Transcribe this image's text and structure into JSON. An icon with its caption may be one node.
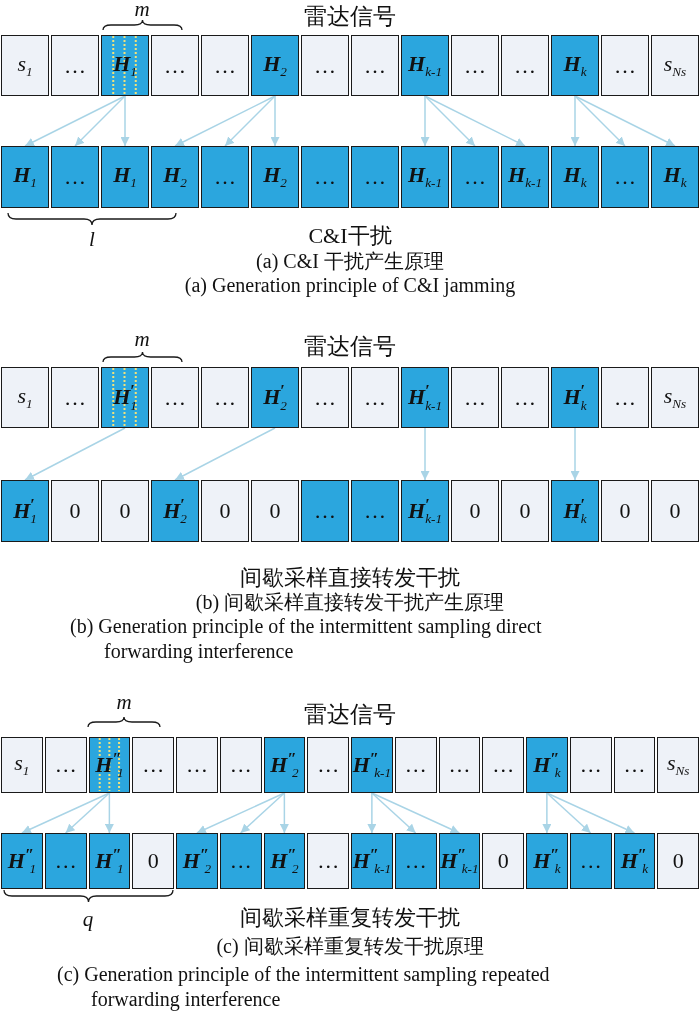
{
  "diagram": {
    "nodes": [
      {
        "text": [
          "*s*$_{1}$"
        ]
      },
      {
        "text": [
          "…"
        ]
      },
      {
        "text": [
          "**H**$_{1}$"
        ]
      },
      {
        "text": [
          "…"
        ]
      },
      {
        "text": [
          "…"
        ]
      },
      {
        "text": [
          "**H**$_{2}$"
        ]
      },
      {
        "text": [
          "…"
        ]
      },
      {
        "text": [
          "…"
        ]
      },
      {
        "text": [
          "**H**$_{k-1}$"
        ]
      },
      {
        "text": [
          "…"
        ]
      },
      {
        "text": [
          "…"
        ]
      },
      {
        "text": [
          "**H**$_{k}$"
        ]
      },
      {
        "text": [
          "…"
        ]
      },
      {
        "text": [
          "*s*$_{Ns}$"
        ]
      },
      {
        "text": [
          "**H**$_{1}$"
        ]
      },
      {
        "text": [
          "…"
        ]
      },
      {
        "text": [
          "**H**$_{1}$"
        ]
      },
      {
        "text": [
          "**H**$_{2}$"
        ]
      },
      {
        "text": [
          "…"
        ]
      },
      {
        "text": [
          "**H**$_{2}$"
        ]
      },
      {
        "text": [
          "…"
        ]
      },
      {
        "text": [
          "…"
        ]
      },
      {
        "text": [
          "**H**$_{k-1}$"
        ]
      },
      {
        "text": [
          "…"
        ]
      },
      {
        "text": [
          "**H**$_{k-1}$"
        ]
      },
      {
        "text": [
          "**H**$_{k}$"
        ]
      },
      {
        "text": [
          "…"
        ]
      },
      {
        "text": [
          "**H**$_{k}$"
        ]
      },
      {
        "text": [
          "*s*$_{1}$"
        ]
      },
      {
        "text": [
          "…"
        ]
      },
      {
        "text": [
          "**H**$^{′}$$_{1}$"
        ]
      },
      {
        "text": [
          "…"
        ]
      },
      {
        "text": [
          "…"
        ]
      },
      {
        "text": [
          "**H**$^{′}$$_{2}$"
        ]
      },
      {
        "text": [
          "…"
        ]
      },
      {
        "text": [
          "…"
        ]
      },
      {
        "text": [
          "**H**$^{′}$$_{k-1}$"
        ]
      },
      {
        "text": [
          "…"
        ]
      },
      {
        "text": [
          "…"
        ]
      },
      {
        "text": [
          "**H**$^{′}$$_{k}$"
        ]
      },
      {
        "text": [
          "…"
        ]
      },
      {
        "text": [
          "*s*$_{Ns}$"
        ]
      },
      {
        "text": [
          "**H**$^{′}$$_{1}$"
        ]
      },
      {
        "text": [
          "0"
        ]
      },
      {
        "text": [
          "0"
        ]
      },
      {
        "text": [
          "**H**$^{′}$$_{2}$"
        ]
      },
      {
        "text": [
          "0"
        ]
      },
      {
        "text": [
          "0"
        ]
      },
      {
        "text": [
          "…"
        ]
      },
      {
        "text": [
          "…"
        ]
      },
      {
        "text": [
          "**H**$^{′}$$_{k-1}$"
        ]
      },
      {
        "text": [
          "0"
        ]
      },
      {
        "text": [
          "0"
        ]
      },
      {
        "text": [
          "**H**$^{′}$$_{k}$"
        ]
      },
      {
        "text": [
          "0"
        ]
      },
      {
        "text": [
          "0"
        ]
      },
      {
        "text": [
          "*s*$_{1}$"
        ]
      },
      {
        "text": [
          "…"
        ]
      },
      {
        "text": [
          "**H**$^{″}$$_{1}$"
        ]
      },
      {
        "text": [
          "…"
        ]
      },
      {
        "text": [
          "…"
        ]
      },
      {
        "text": [
          "…"
        ]
      },
      {
        "text": [
          "**H**$^{″}$$_{2}$"
        ]
      },
      {
        "text": [
          "…"
        ]
      },
      {
        "text": [
          "**H**$^{″}$$_{k-1}$"
        ]
      },
      {
        "text": [
          "…"
        ]
      },
      {
        "text": [
          "…"
        ]
      },
      {
        "text": [
          "…"
        ]
      },
      {
        "text": [
          "**H**$^{″}$$_{k}$"
        ]
      },
      {
        "text": [
          "…"
        ]
      },
      {
        "text": [
          "…"
        ]
      },
      {
        "text": [
          "*s*$_{Ns}$"
        ]
      },
      {
        "text": [
          "**H**$^{″}$$_{1}$"
        ]
      },
      {
        "text": [
          "…"
        ]
      },
      {
        "text": [
          "**H**$^{″}$$_{1}$"
        ]
      },
      {
        "text": [
          "0"
        ]
      },
      {
        "text": [
          "**H**$^{″}$$_{2}$"
        ]
      },
      {
        "text": [
          "…"
        ]
      },
      {
        "text": [
          "**H**$^{″}$$_{2}$"
        ]
      },
      {
        "text": [
          "…"
        ]
      },
      {
        "text": [
          "**H**$^{″}$$_{k-1}$"
        ]
      },
      {
        "text": [
          "…"
        ]
      },
      {
        "text": [
          "**H**$^{″}$$_{k-1}$"
        ]
      },
      {
        "text": [
          "0"
        ]
      },
      {
        "text": [
          "**H**$^{″}$$_{k}$"
        ]
      },
      {
        "text": [
          "…"
        ]
      },
      {
        "text": [
          "**H**$^{″}$$_{k}$"
        ]
      },
      {
        "text": [
          "0"
        ]
      }
    ],
    "edges": [
      {
        "from": 2,
        "to": 14,
        "arrow": "to"
      },
      {
        "from": 2,
        "to": 15,
        "arrow": "to"
      },
      {
        "from": 2,
        "to": 16,
        "arrow": "to"
      },
      {
        "from": 5,
        "to": 17,
        "arrow": "to"
      },
      {
        "from": 5,
        "to": 18,
        "arrow": "to"
      },
      {
        "from": 5,
        "to": 19,
        "arrow": "to"
      },
      {
        "from": 8,
        "to": 22,
        "arrow": "to"
      },
      {
        "from": 8,
        "to": 23,
        "arrow": "to"
      },
      {
        "from": 8,
        "to": 24,
        "arrow": "to"
      },
      {
        "from": 11,
        "to": 25,
        "arrow": "to"
      },
      {
        "from": 11,
        "to": 26,
        "arrow": "to"
      },
      {
        "from": 11,
        "to": 27,
        "arrow": "to"
      },
      {
        "from": 30,
        "to": 42,
        "arrow": "to"
      },
      {
        "from": 33,
        "to": 45,
        "arrow": "to"
      },
      {
        "from": 36,
        "to": 50,
        "arrow": "to"
      },
      {
        "from": 39,
        "to": 53,
        "arrow": "to"
      },
      {
        "from": 58,
        "to": 72,
        "arrow": "to"
      },
      {
        "from": 58,
        "to": 73,
        "arrow": "to"
      },
      {
        "from": 58,
        "to": 74,
        "arrow": "to"
      },
      {
        "from": 62,
        "to": 76,
        "arrow": "to"
      },
      {
        "from": 62,
        "to": 77,
        "arrow": "to"
      },
      {
        "from": 62,
        "to": 78,
        "arrow": "to"
      },
      {
        "from": 64,
        "to": 80,
        "arrow": "to"
      },
      {
        "from": 64,
        "to": 81,
        "arrow": "to"
      },
      {
        "from": 64,
        "to": 82,
        "arrow": "to"
      },
      {
        "from": 68,
        "to": 84,
        "arrow": "to"
      },
      {
        "from": 68,
        "to": 85,
        "arrow": "to"
      },
      {
        "from": 68,
        "to": 86,
        "arrow": "to"
      }
    ],
    "labels": [
      "m",
      "雷达信号",
      "l",
      "C&I干扰",
      "(a) C&I 干扰产生原理",
      "(a) Generation principle of C&I jamming",
      "m",
      "雷达信号",
      "间歇采样直接转发干扰",
      "(b) 间歇采样直接转发干扰产生原理",
      "(b) Generation principle of the intermittent sampling direct forwarding interference",
      "m",
      "雷达信号",
      "q",
      "间歇采样重复转发干扰",
      "(c) 间歇采样重复转发干扰原理",
      "(c) Generation principle of the intermittent sampling repeated forwarding interference"
    ]
  }
}
